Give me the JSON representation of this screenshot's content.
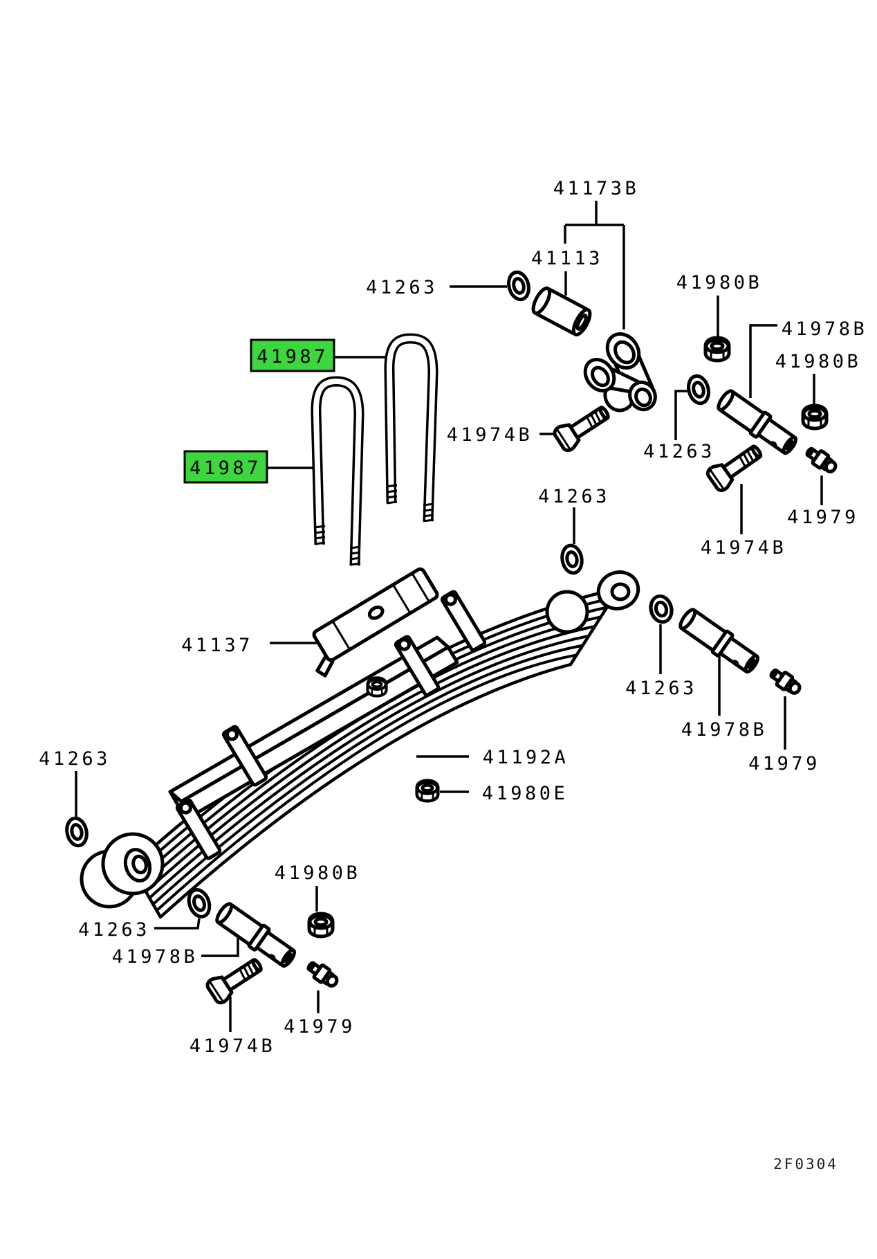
{
  "diagram": {
    "code": "2F0304",
    "highlight_color": "#3ed63e",
    "line_color": "#000000",
    "background_color": "#ffffff",
    "labels": [
      {
        "text": "41173B",
        "highlighted": false,
        "target_part": "shackle-assembly"
      },
      {
        "text": "41113",
        "highlighted": false,
        "target_part": "bushing"
      },
      {
        "text": "41263",
        "highlighted": false,
        "target_part": "washer"
      },
      {
        "text": "41980B",
        "highlighted": false,
        "target_part": "nut"
      },
      {
        "text": "41978B",
        "highlighted": false,
        "target_part": "spring-pin"
      },
      {
        "text": "41980B",
        "highlighted": false,
        "target_part": "nut"
      },
      {
        "text": "41987",
        "highlighted": true,
        "target_part": "u-bolt"
      },
      {
        "text": "41974B",
        "highlighted": false,
        "target_part": "bolt"
      },
      {
        "text": "41263",
        "highlighted": false,
        "target_part": "washer"
      },
      {
        "text": "41263",
        "highlighted": false,
        "target_part": "washer"
      },
      {
        "text": "41987",
        "highlighted": true,
        "target_part": "u-bolt"
      },
      {
        "text": "41974B",
        "highlighted": false,
        "target_part": "bolt"
      },
      {
        "text": "41979",
        "highlighted": false,
        "target_part": "grease-fitting"
      },
      {
        "text": "41137",
        "highlighted": false,
        "target_part": "spring-plate"
      },
      {
        "text": "41192A",
        "highlighted": false,
        "target_part": "leaf-spring-assembly"
      },
      {
        "text": "41980E",
        "highlighted": false,
        "target_part": "nut"
      },
      {
        "text": "41263",
        "highlighted": false,
        "target_part": "washer"
      },
      {
        "text": "41263",
        "highlighted": false,
        "target_part": "washer"
      },
      {
        "text": "41978B",
        "highlighted": false,
        "target_part": "spring-pin"
      },
      {
        "text": "41974B",
        "highlighted": false,
        "target_part": "bolt"
      },
      {
        "text": "41979",
        "highlighted": false,
        "target_part": "grease-fitting"
      },
      {
        "text": "41978B",
        "highlighted": false,
        "target_part": "spring-pin"
      },
      {
        "text": "41979",
        "highlighted": false,
        "target_part": "grease-fitting"
      },
      {
        "text": "41263",
        "highlighted": false,
        "target_part": "washer"
      },
      {
        "text": "41980B",
        "highlighted": false,
        "target_part": "nut"
      }
    ],
    "parts_depicted": [
      {
        "part_number": "41192A",
        "shape": "leaf-spring-assembly"
      },
      {
        "part_number": "41987",
        "shape": "u-bolt",
        "quantity_shown": 2
      },
      {
        "part_number": "41173B",
        "shape": "shackle-link-assembly"
      },
      {
        "part_number": "41113",
        "shape": "cylindrical-bushing"
      },
      {
        "part_number": "41137",
        "shape": "spring-seat-plate"
      },
      {
        "part_number": "41263",
        "shape": "washer",
        "quantity_shown": 6
      },
      {
        "part_number": "41980B",
        "shape": "hex-nut",
        "quantity_shown": 3
      },
      {
        "part_number": "41980E",
        "shape": "hex-nut",
        "quantity_shown": 1
      },
      {
        "part_number": "41974B",
        "shape": "hex-bolt",
        "quantity_shown": 3
      },
      {
        "part_number": "41978B",
        "shape": "spring-pin",
        "quantity_shown": 3
      },
      {
        "part_number": "41979",
        "shape": "grease-fitting",
        "quantity_shown": 3
      }
    ]
  }
}
